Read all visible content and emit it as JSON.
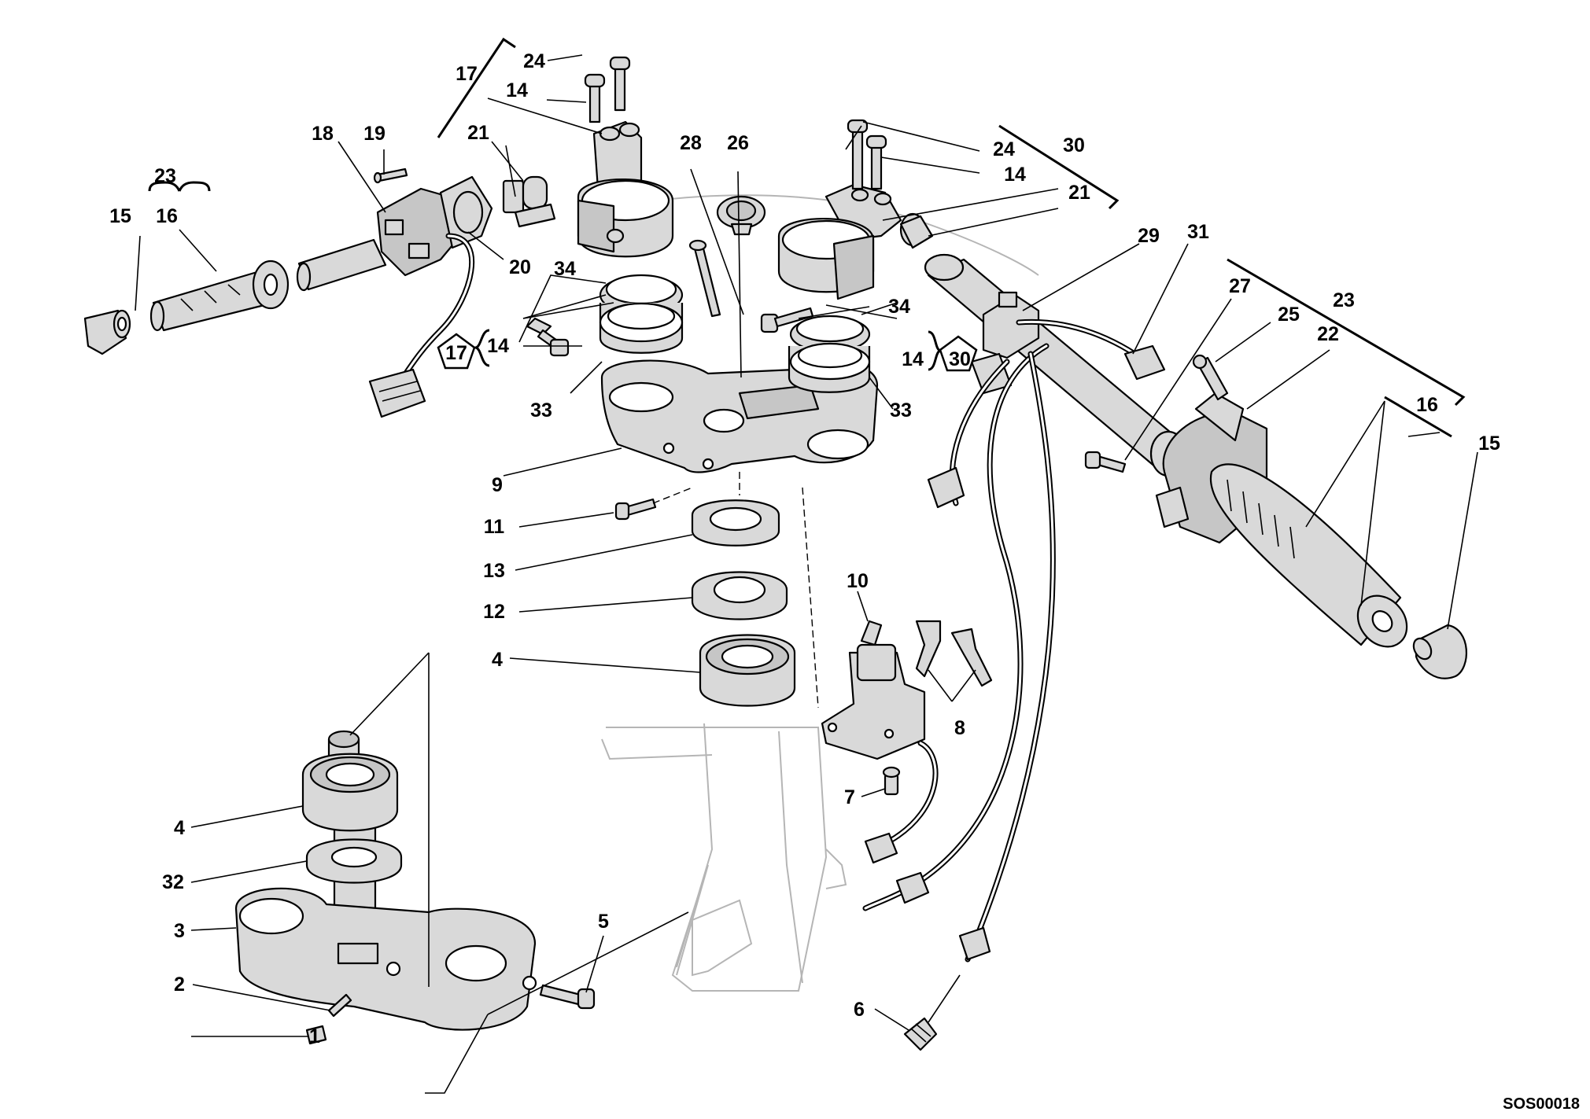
{
  "diagram": {
    "drawing_code": "SOS00018",
    "callouts": [
      {
        "id": "c1",
        "text": "1"
      },
      {
        "id": "c2",
        "text": "2"
      },
      {
        "id": "c3",
        "text": "3"
      },
      {
        "id": "c4a",
        "text": "4"
      },
      {
        "id": "c4b",
        "text": "4"
      },
      {
        "id": "c5",
        "text": "5"
      },
      {
        "id": "c6",
        "text": "6"
      },
      {
        "id": "c7",
        "text": "7"
      },
      {
        "id": "c8",
        "text": "8"
      },
      {
        "id": "c9",
        "text": "9"
      },
      {
        "id": "c10",
        "text": "10"
      },
      {
        "id": "c11",
        "text": "11"
      },
      {
        "id": "c12",
        "text": "12"
      },
      {
        "id": "c13",
        "text": "13"
      },
      {
        "id": "c14a",
        "text": "14"
      },
      {
        "id": "c14b",
        "text": "14"
      },
      {
        "id": "c14c",
        "text": "14"
      },
      {
        "id": "c14d",
        "text": "14"
      },
      {
        "id": "c15a",
        "text": "15"
      },
      {
        "id": "c15b",
        "text": "15"
      },
      {
        "id": "c16a",
        "text": "16"
      },
      {
        "id": "c16b",
        "text": "16"
      },
      {
        "id": "c17a",
        "text": "17"
      },
      {
        "id": "c17b",
        "text": "17"
      },
      {
        "id": "c18",
        "text": "18"
      },
      {
        "id": "c19",
        "text": "19"
      },
      {
        "id": "c20",
        "text": "20"
      },
      {
        "id": "c21a",
        "text": "21"
      },
      {
        "id": "c21b",
        "text": "21"
      },
      {
        "id": "c22",
        "text": "22"
      },
      {
        "id": "c23a",
        "text": "23"
      },
      {
        "id": "c23b",
        "text": "23"
      },
      {
        "id": "c24a",
        "text": "24"
      },
      {
        "id": "c24b",
        "text": "24"
      },
      {
        "id": "c25",
        "text": "25"
      },
      {
        "id": "c26",
        "text": "26"
      },
      {
        "id": "c27",
        "text": "27"
      },
      {
        "id": "c28",
        "text": "28"
      },
      {
        "id": "c29",
        "text": "29"
      },
      {
        "id": "c30a",
        "text": "30"
      },
      {
        "id": "c30b",
        "text": "30"
      },
      {
        "id": "c31",
        "text": "31"
      },
      {
        "id": "c32",
        "text": "32"
      },
      {
        "id": "c33a",
        "text": "33"
      },
      {
        "id": "c33b",
        "text": "33"
      },
      {
        "id": "c34a",
        "text": "34"
      },
      {
        "id": "c34b",
        "text": "34"
      }
    ]
  }
}
